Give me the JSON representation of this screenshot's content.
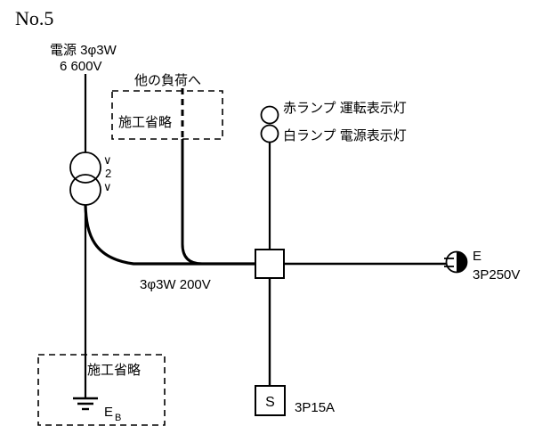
{
  "title": "No.5",
  "source": {
    "line1": "電源 3φ3W",
    "line2": "6 600V"
  },
  "transformer": {
    "mark_top": "∨",
    "mark_mid": "2",
    "mark_bottom": "∨"
  },
  "other_load": {
    "label": "他の負荷へ"
  },
  "omission_top": {
    "label": "施工省略"
  },
  "omission_bottom": {
    "label": "施工省略"
  },
  "lamps": {
    "red": "赤ランプ 運転表示灯",
    "white": "白ランプ 電源表示灯"
  },
  "secondary": {
    "label": "3φ3W 200V"
  },
  "outlet": {
    "label": "E",
    "rating": "3P250V"
  },
  "switch": {
    "label": "S",
    "rating": "3P15A"
  },
  "ground": {
    "label": "E",
    "sub": "B"
  },
  "colors": {
    "line": "#000000",
    "background": "#ffffff"
  }
}
